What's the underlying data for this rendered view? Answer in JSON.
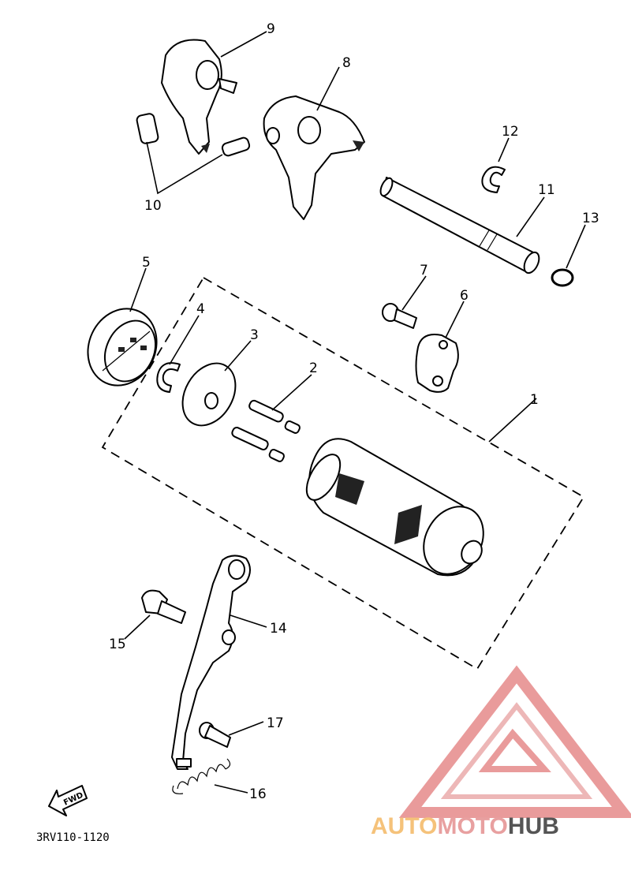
{
  "diagram": {
    "callouts": [
      "1",
      "2",
      "3",
      "4",
      "5",
      "6",
      "7",
      "8",
      "9",
      "10",
      "11",
      "12",
      "13",
      "14",
      "15",
      "16",
      "17"
    ],
    "fwd_arrow": "FWD",
    "part_code": "3RV110-1120"
  },
  "watermark": {
    "brand_part1": "AUTO",
    "brand_part2": "MOTO",
    "brand_part3": "HUB",
    "colors": {
      "auto": "#f5c27a",
      "moto": "#e8a0a0",
      "hub": "#555555",
      "logo": "#e27a7a"
    }
  }
}
